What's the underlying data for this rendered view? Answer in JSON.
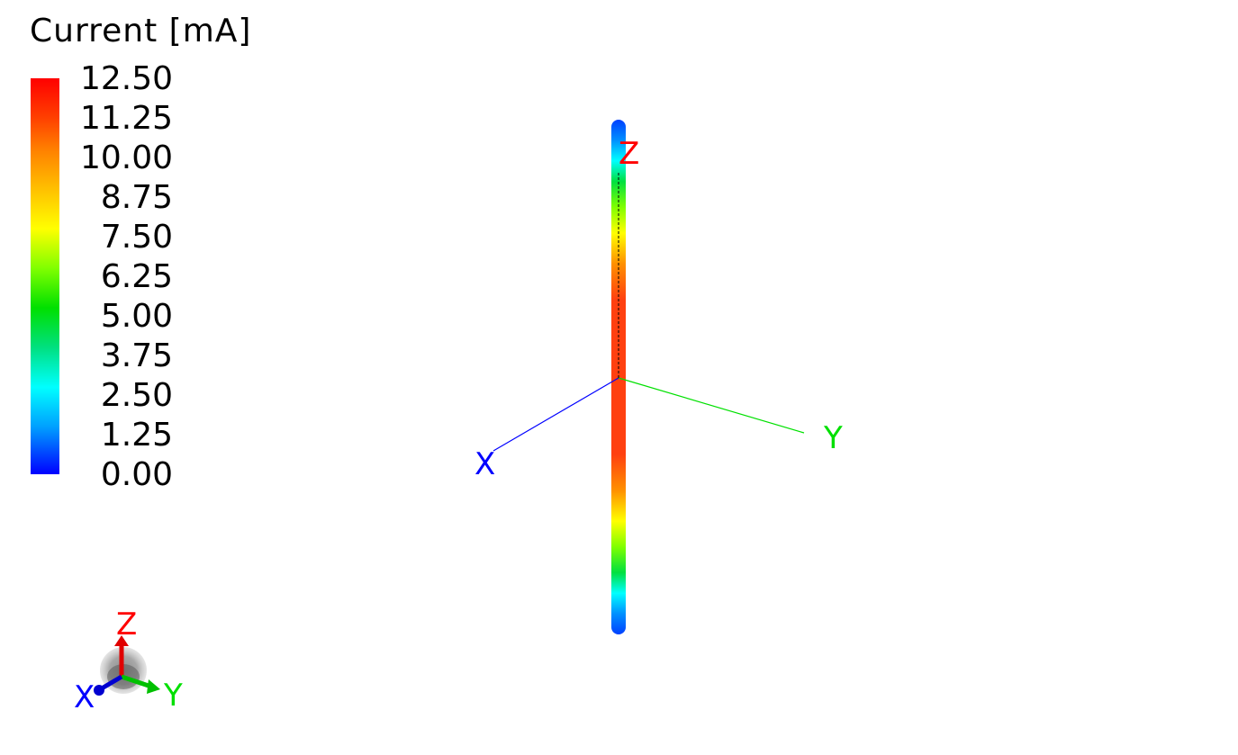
{
  "legend": {
    "title": "Current [mA]",
    "ticks": [
      "12.50",
      "11.25",
      "10.00",
      "8.75",
      "7.50",
      "6.25",
      "5.00",
      "3.75",
      "2.50",
      "1.25",
      "0.00"
    ],
    "colorscale": [
      "#0000ff",
      "#00ffff",
      "#00e000",
      "#ffff00",
      "#ff8000",
      "#ff0000"
    ]
  },
  "scene": {
    "axis_labels": {
      "x": "X",
      "y": "Y",
      "z": "Z"
    },
    "axis_colors": {
      "x": "#0000ff",
      "y": "#00e000",
      "z": "#ff0000"
    }
  },
  "triad": {
    "labels": {
      "x": "X",
      "y": "Y",
      "z": "Z"
    }
  }
}
